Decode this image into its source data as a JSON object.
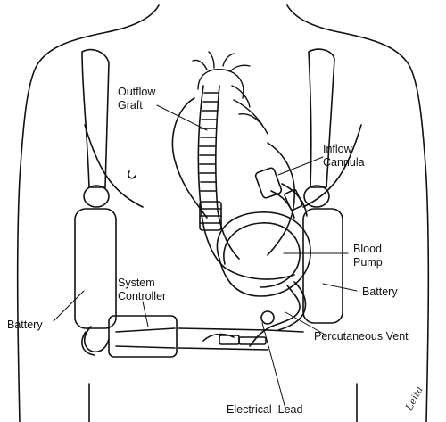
{
  "labels": {
    "outflow_graft": [
      "Outflow",
      "Graft"
    ],
    "inflow_cannula": [
      "Inflow",
      "Cannula"
    ],
    "blood_pump": [
      "Blood",
      "Pump"
    ],
    "battery_right": "Battery",
    "battery_left": "Battery",
    "system_controller": [
      "System",
      "Controller"
    ],
    "percutaneous_vent": "Percutaneous Vent",
    "electrical_lead": "Electrical  Lead"
  },
  "signature": "Leita",
  "colors": {
    "ink": "#111111",
    "background": "#ffffff"
  }
}
